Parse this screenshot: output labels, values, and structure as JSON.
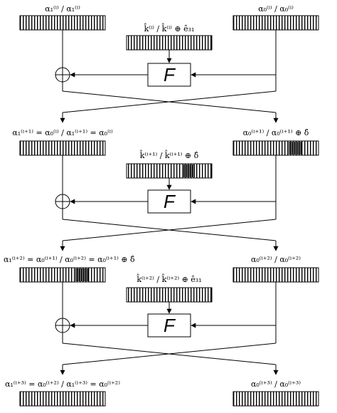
{
  "rounds": [
    {
      "left_state": "α₁⁽ⁱ⁾ / α₁⁽ⁱ⁾",
      "right_state": "α₀⁽ⁱ⁾ / α₀⁽ⁱ⁾",
      "key": "k̂⁽ⁱ⁾ / k̂⁽ⁱ⁾ ⊕ ê₃₁",
      "function": "F"
    },
    {
      "left_state": "α₁⁽ⁱ⁺¹⁾ = α₀⁽ⁱ⁾ / α₁⁽ⁱ⁺¹⁾ = α₀⁽ⁱ⁾",
      "right_state": "α₀⁽ⁱ⁺¹⁾ / α₀⁽ⁱ⁺¹⁾ ⊕ δ̂",
      "key": "k̂⁽ⁱ⁺¹⁾ / k̂⁽ⁱ⁺¹⁾ ⊕ δ̂",
      "function": "F"
    },
    {
      "left_state": "α₁⁽ⁱ⁺²⁾ = α₀⁽ⁱ⁺¹⁾ / α₀⁽ⁱ⁺²⁾ = α₀⁽ⁱ⁺¹⁾ ⊕ δ̂",
      "right_state": "α₀⁽ⁱ⁺²⁾ / α₀⁽ⁱ⁺²⁾",
      "key": "k̂⁽ⁱ⁺²⁾ / k̂⁽ⁱ⁺²⁾ ⊕ ê₃₁",
      "function": "F"
    }
  ],
  "final": {
    "left_state": "α₁⁽ⁱ⁺³⁾ = α₀⁽ⁱ⁺²⁾ / α₁⁽ⁱ⁺³⁾ = α₀⁽ⁱ⁺²⁾",
    "right_state": "α₀⁽ⁱ⁺³⁾ / α₀⁽ⁱ⁺³⁾"
  }
}
